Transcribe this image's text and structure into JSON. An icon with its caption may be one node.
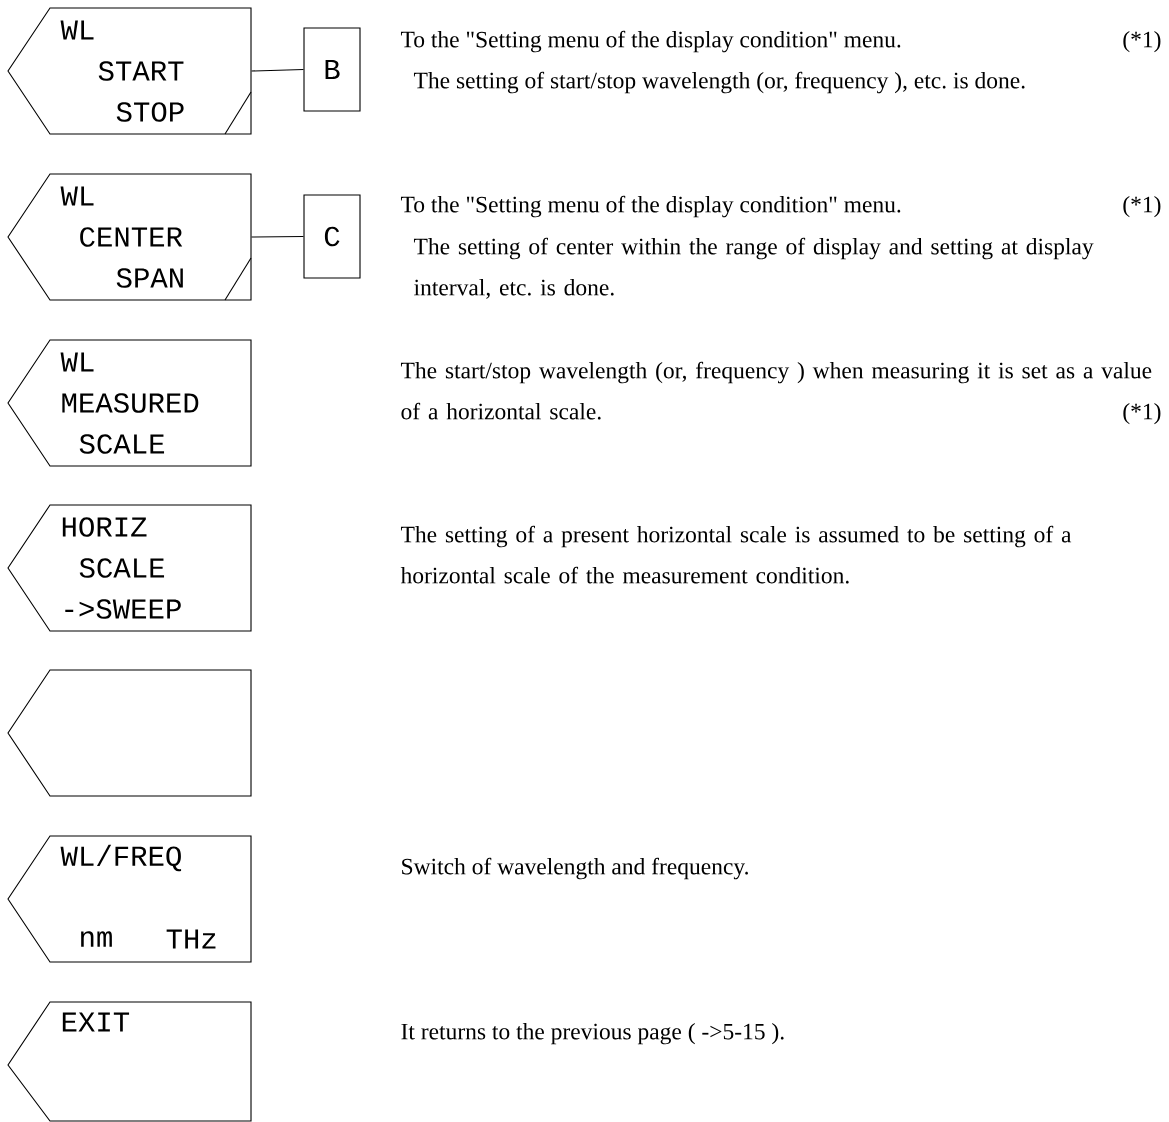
{
  "diagram": {
    "nodes": [
      {
        "text": [
          "WL",
          "START",
          "STOP"
        ]
      },
      {
        "text": [
          "B"
        ]
      },
      {
        "text": [
          "WL",
          "CENTER",
          "SPAN"
        ]
      },
      {
        "text": [
          "C"
        ]
      },
      {
        "text": [
          "WL",
          "MEASURED",
          "SCALE"
        ]
      },
      {
        "text": [
          "HORIZ",
          "SCALE",
          "->SWEEP"
        ]
      },
      {
        "text": [],
        "shape": "box"
      },
      {
        "text": [
          "WL/FREQ",
          "nm",
          "THz"
        ]
      },
      {
        "text": [
          "EXIT"
        ]
      }
    ],
    "edges": [
      {
        "from": 0,
        "to": 1,
        "arrow": "none"
      },
      {
        "from": 2,
        "to": 3,
        "arrow": "none"
      }
    ],
    "labels": [
      "To the \"Setting menu of the display condition\" menu.",
      "(*1)",
      "The setting of start/stop wavelength (or, frequency ), etc. is done.",
      "To the \"Setting menu of the display condition\" menu.",
      "(*1)",
      "The setting of center within the range of display and setting at display interval, etc. is done.",
      "The start/stop wavelength (or, frequency ) when measuring it is set as a value of a horizontal scale.",
      "(*1)",
      "The setting of a present horizontal scale is assumed to be setting of a horizontal scale of the measurement condition.",
      "Switch of wavelength and frequency.",
      "It returns to the previous page ( ->5-15 )."
    ]
  }
}
